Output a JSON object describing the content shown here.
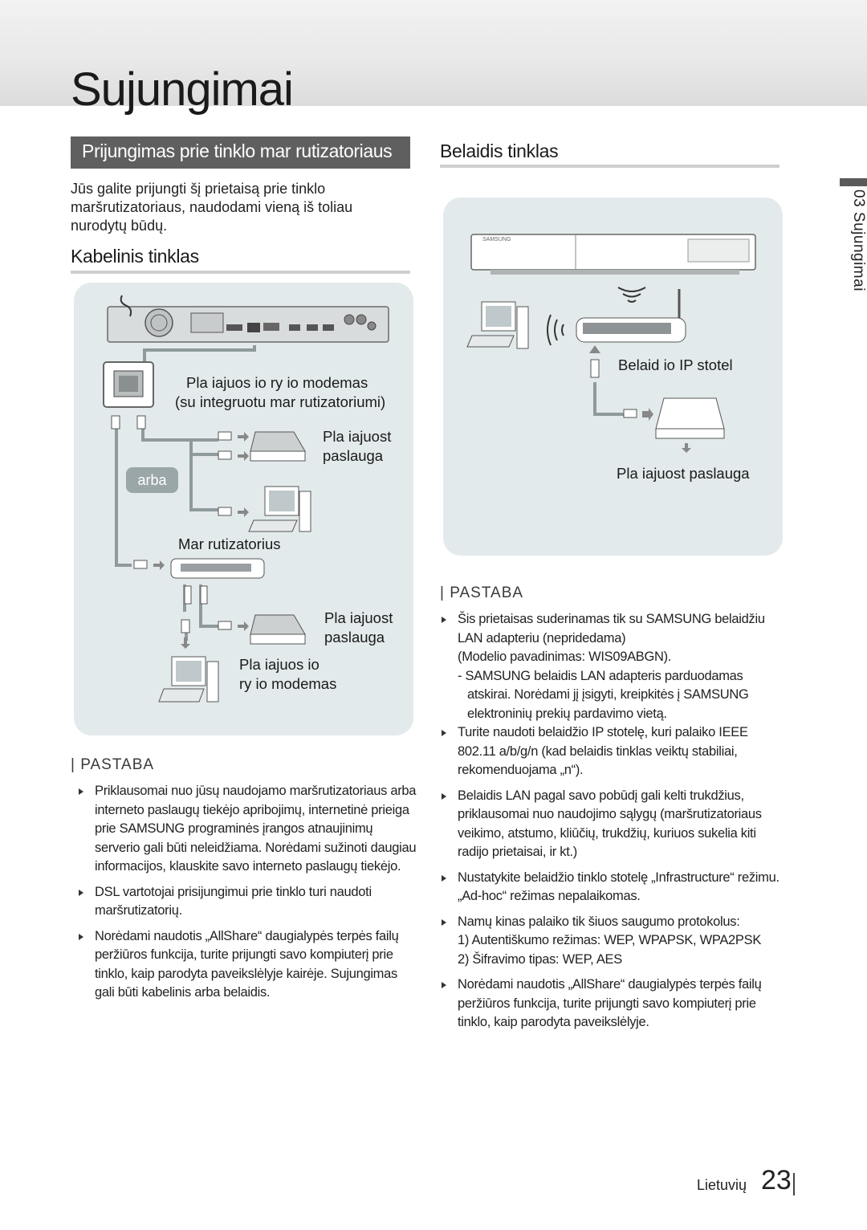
{
  "page_title": "Sujungimai",
  "section_title": "Prijungimas prie tinklo mar rutizatoriaus",
  "intro": "Jūs galite prijungti šį prietaisą prie tinklo maršrutizatoriaus, naudodami vieną iš toliau nurodytų būdų.",
  "wired": {
    "title": "Kabelinis tinklas",
    "label_modem_1": "Pla iajuos io ry io modemas",
    "label_modem_2": "(su integruotu mar rutizatoriumi)",
    "label_broadband_1a": "Pla iajuost",
    "label_broadband_1b": "paslauga",
    "label_or": "arba",
    "label_router": "Mar rutizatorius",
    "label_broadband_2a": "Pla iajuost",
    "label_broadband_2b": "paslauga",
    "label_modem2_a": "Pla iajuos io",
    "label_modem2_b": "ry io modemas"
  },
  "wireless": {
    "title": "Belaidis tinklas",
    "label_ap": "Belaid io IP stotel",
    "label_broadband": "Pla iajuost  paslauga",
    "device_brand": "SAMSUNG"
  },
  "note_heading": "PASTABA",
  "notes_left": [
    "Priklausomai nuo jūsų naudojamo maršrutizatoriaus arba interneto paslaugų tiekėjo apribojimų, internetinė prieiga prie SAMSUNG programinės įrangos atnaujinimų serverio gali būti neleidžiama. Norėdami sužinoti daugiau informacijos, klauskite savo interneto paslaugų tiekėjo.",
    "DSL vartotojai prisijungimui prie tinklo turi naudoti maršrutizatorių.",
    "Norėdami naudotis „AllShare“ daugialypės terpės failų peržiūros funkcija, turite prijungti savo kompiuterį prie tinklo, kaip parodyta paveikslėlyje kairėje. Sujungimas gali būti kabelinis arba belaidis."
  ],
  "notes_right": {
    "n1": "Šis prietaisas suderinamas tik su SAMSUNG belaidžiu LAN adapteriu (nepridedama)",
    "n1_model": "(Modelio pavadinimas: WIS09ABGN).",
    "n1_sub": "-  SAMSUNG belaidis LAN adapteris parduodamas atskirai. Norėdami jį įsigyti, kreipkitės į SAMSUNG elektroninių prekių pardavimo vietą.",
    "n2": "Turite naudoti belaidžio IP stotelę, kuri palaiko IEEE 802.11 a/b/g/n (kad belaidis tinklas veiktų stabiliai, rekomenduojama „n“).",
    "n3": "Belaidis LAN pagal savo pobūdį gali kelti trukdžius, priklausomai nuo naudojimo sąlygų (maršrutizatoriaus veikimo, atstumo, kliūčių, trukdžių, kuriuos sukelia kiti radijo prietaisai, ir kt.)",
    "n4": "Nustatykite belaidžio tinklo stotelę „Infrastructure“ režimu. „Ad-hoc“ režimas nepalaikomas.",
    "n5": "Namų kinas palaiko tik šiuos saugumo protokolus:",
    "n5_a": "1) Autentiškumo režimas: WEP, WPAPSK, WPA2PSK",
    "n5_b": "2) Šifravimo tipas: WEP, AES",
    "n6": "Norėdami naudotis „AllShare“ daugialypės terpės failų peržiūros funkcija, turite prijungti savo kompiuterį prie tinklo, kaip parodyta paveikslėlyje."
  },
  "side_label": "03  Sujungimai",
  "footer": {
    "language": "Lietuvių",
    "page_number": "23"
  }
}
